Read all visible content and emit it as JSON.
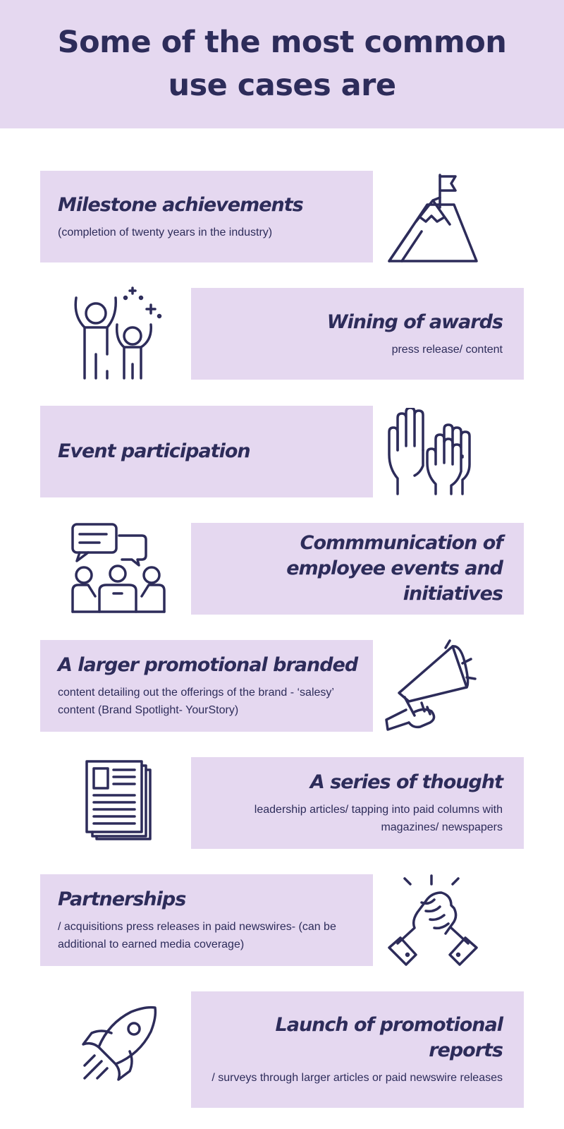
{
  "header": {
    "title": "Some of the most common use cases are"
  },
  "items": [
    {
      "title": "Milestone achievements",
      "desc": "(completion of twenty years in the industry)",
      "icon": "mountain-flag-icon"
    },
    {
      "title": "Wining of awards",
      "desc": "press release/ content",
      "icon": "celebrating-people-icon"
    },
    {
      "title": "Event participation",
      "desc": "",
      "icon": "raised-hands-icon"
    },
    {
      "title": "Commmunication of employee events and initiatives",
      "desc": "",
      "icon": "team-discussion-icon"
    },
    {
      "title": "A larger promotional branded",
      "desc": "content detailing out the offerings of the brand - ‘salesy’ content (Brand Spotlight- YourStory)",
      "icon": "megaphone-icon"
    },
    {
      "title": "A series of thought",
      "desc": "leadership articles/ tapping into paid columns with magazines/ newspapers",
      "icon": "newspaper-icon"
    },
    {
      "title": "Partnerships",
      "desc": "/ acquisitions press releases in paid newswires- (can be additional to earned media coverage)",
      "icon": "handshake-icon"
    },
    {
      "title": "Launch of promotional reports",
      "desc": "/ surveys through larger articles or paid newswire releases",
      "icon": "rocket-icon"
    }
  ]
}
